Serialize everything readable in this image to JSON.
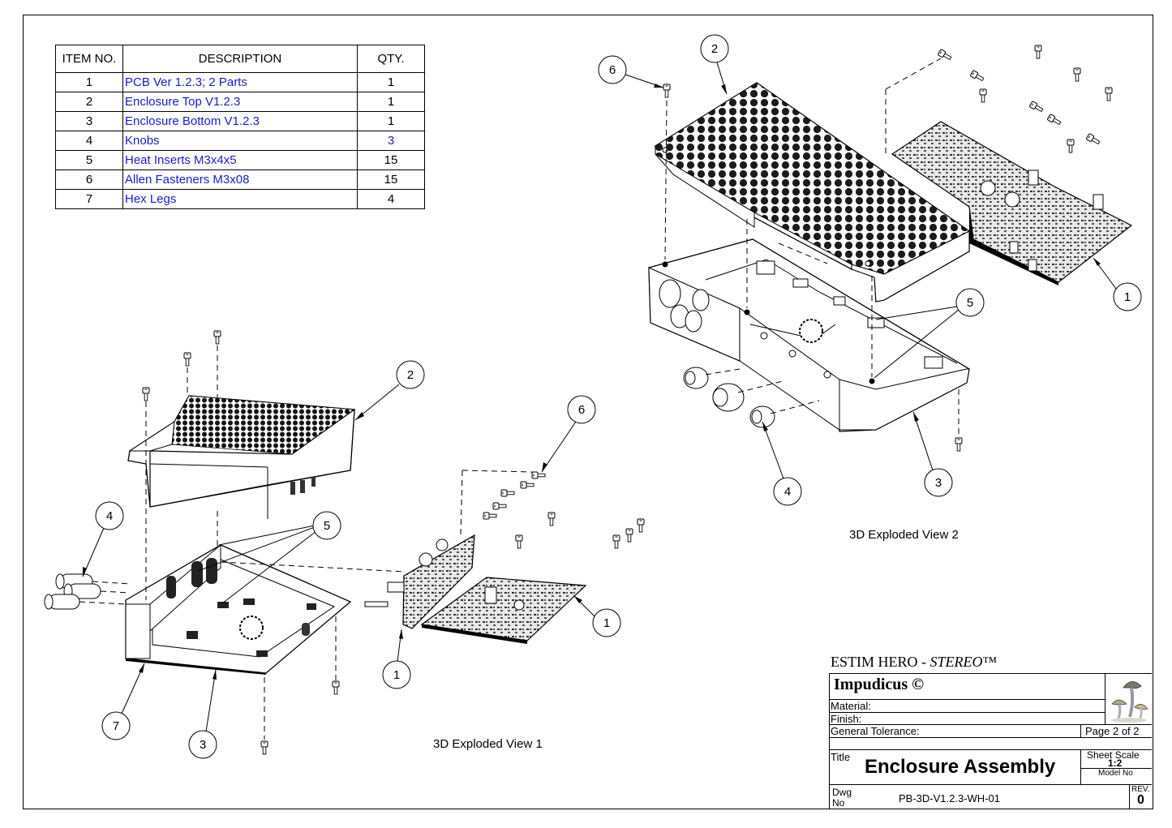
{
  "bom": {
    "headers": {
      "item": "ITEM NO.",
      "description": "DESCRIPTION",
      "qty": "QTY."
    },
    "rows": [
      {
        "item": "1",
        "description": "PCB Ver 1.2.3; 2 Parts",
        "qty": "1"
      },
      {
        "item": "2",
        "description": "Enclosure Top V1.2.3",
        "qty": "1"
      },
      {
        "item": "3",
        "description": "Enclosure Bottom V1.2.3",
        "qty": "1"
      },
      {
        "item": "4",
        "description": "Knobs",
        "qty": "3"
      },
      {
        "item": "5",
        "description": "Heat Inserts M3x4x5",
        "qty": "15"
      },
      {
        "item": "6",
        "description": "Allen Fasteners M3x08",
        "qty": "15"
      },
      {
        "item": "7",
        "description": "Hex Legs",
        "qty": "4"
      }
    ]
  },
  "views": {
    "view1_label": "3D Exploded View 1",
    "view2_label": "3D Exploded View 2"
  },
  "balloons": {
    "v1": [
      "2",
      "4",
      "5",
      "6",
      "1",
      "1",
      "7",
      "3"
    ],
    "v2": [
      "2",
      "6",
      "1",
      "5",
      "4",
      "3"
    ]
  },
  "title_block": {
    "product": "ESTIM HERO - ",
    "product_italic": "STEREO",
    "product_tm": "™",
    "company": "Impudicus ©",
    "material_label": "Material:",
    "finish_label": "Finish:",
    "tolerance_label": "General Tolerance:",
    "page": "Page 2 of 2",
    "title_label": "Title",
    "title": "Enclosure Assembly",
    "sheet_scale_label": "Sheet Scale",
    "sheet_scale": "1:2",
    "model_no_label": "Model No",
    "dwg_label_1": "Dwg",
    "dwg_label_2": "No",
    "dwg_no": "PB-3D-V1.2.3-WH-01",
    "rev_label": "REV.",
    "rev": "0"
  },
  "colors": {
    "line": "#000000",
    "bom_text": "#1a1acd"
  }
}
